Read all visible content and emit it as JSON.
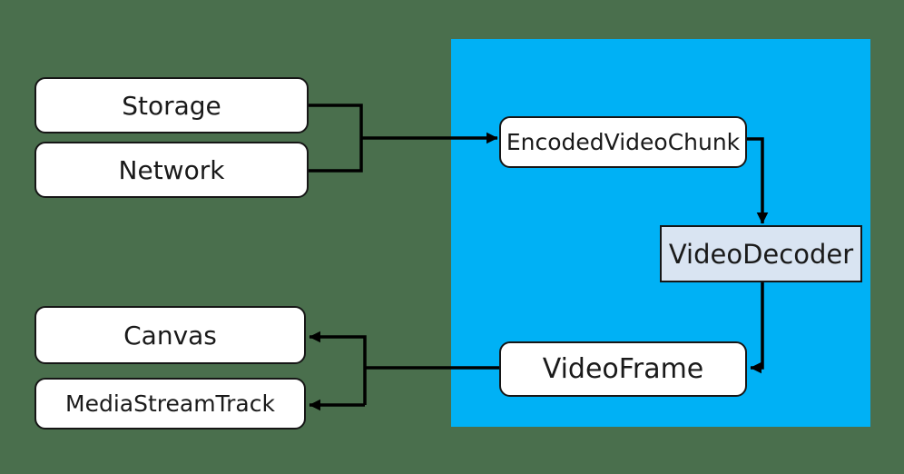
{
  "colors": {
    "background": "#4a6f4d",
    "panel": "#00b1f5",
    "box_fill": "#ffffff",
    "decoder_fill": "#d9e4f2",
    "border": "#161616",
    "text": "#1a1a1a",
    "line": "#000000"
  },
  "nodes": {
    "storage": {
      "label": "Storage"
    },
    "network": {
      "label": "Network"
    },
    "encoded_video_chunk": {
      "label": "EncodedVideoChunk"
    },
    "video_decoder": {
      "label": "VideoDecoder"
    },
    "video_frame": {
      "label": "VideoFrame"
    },
    "canvas": {
      "label": "Canvas"
    },
    "media_stream_track": {
      "label": "MediaStreamTrack"
    }
  },
  "edges": [
    {
      "from": "Storage",
      "to": "EncodedVideoChunk"
    },
    {
      "from": "Network",
      "to": "EncodedVideoChunk"
    },
    {
      "from": "EncodedVideoChunk",
      "to": "VideoDecoder"
    },
    {
      "from": "VideoDecoder",
      "to": "VideoFrame"
    },
    {
      "from": "VideoFrame",
      "to": "Canvas"
    },
    {
      "from": "VideoFrame",
      "to": "MediaStreamTrack"
    }
  ]
}
